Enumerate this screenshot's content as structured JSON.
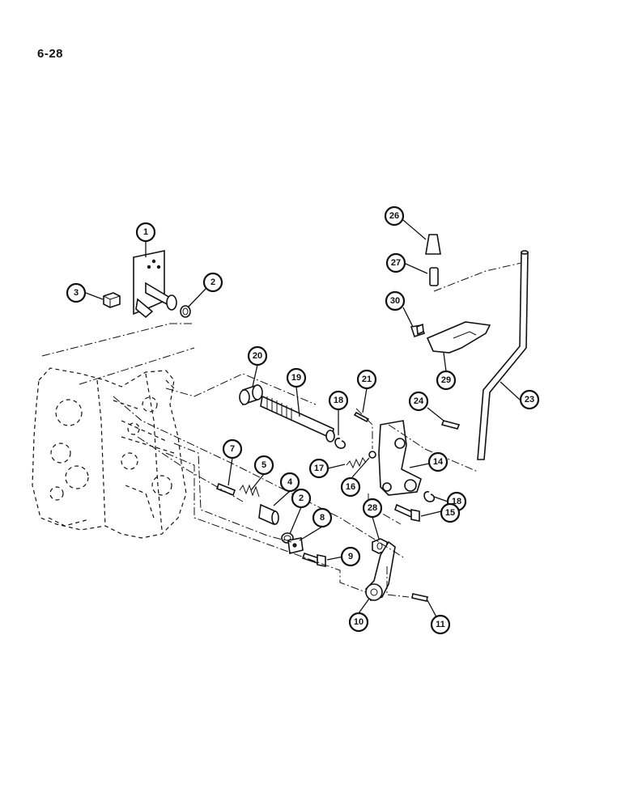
{
  "page_label": "6-28",
  "callouts": [
    {
      "id": "c1",
      "label": "1"
    },
    {
      "id": "c2a",
      "label": "2"
    },
    {
      "id": "c3",
      "label": "3"
    },
    {
      "id": "c20",
      "label": "20"
    },
    {
      "id": "c19",
      "label": "19"
    },
    {
      "id": "c18a",
      "label": "18"
    },
    {
      "id": "c21",
      "label": "21"
    },
    {
      "id": "c26",
      "label": "26"
    },
    {
      "id": "c27",
      "label": "27"
    },
    {
      "id": "c30",
      "label": "30"
    },
    {
      "id": "c29",
      "label": "29"
    },
    {
      "id": "c24",
      "label": "24"
    },
    {
      "id": "c23",
      "label": "23"
    },
    {
      "id": "c14",
      "label": "14"
    },
    {
      "id": "c17",
      "label": "17"
    },
    {
      "id": "c16",
      "label": "16"
    },
    {
      "id": "c18b",
      "label": "18"
    },
    {
      "id": "c15",
      "label": "15"
    },
    {
      "id": "c7",
      "label": "7"
    },
    {
      "id": "c5",
      "label": "5"
    },
    {
      "id": "c4",
      "label": "4"
    },
    {
      "id": "c2b",
      "label": "2"
    },
    {
      "id": "c8",
      "label": "8"
    },
    {
      "id": "c28",
      "label": "28"
    },
    {
      "id": "c9",
      "label": "9"
    },
    {
      "id": "c10",
      "label": "10"
    },
    {
      "id": "c11",
      "label": "11"
    }
  ]
}
